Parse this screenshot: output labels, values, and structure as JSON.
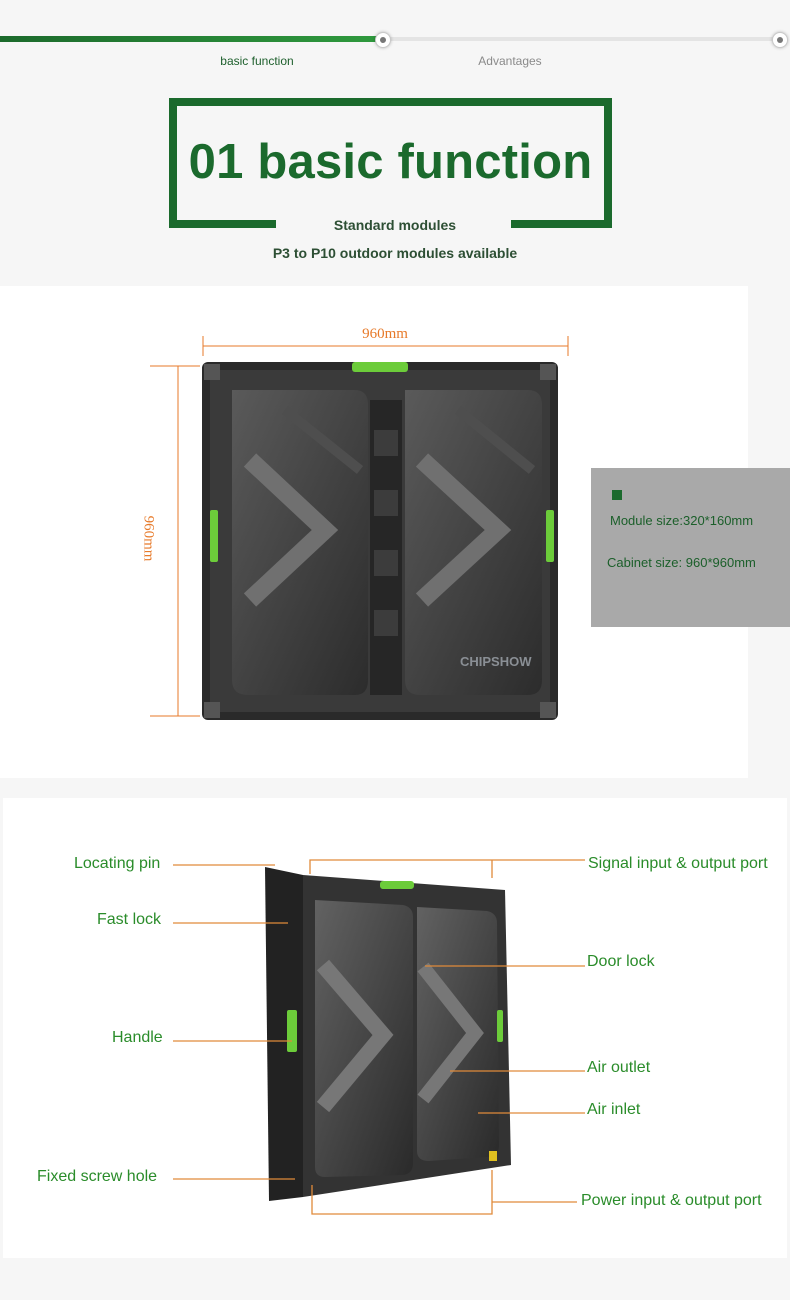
{
  "progress": {
    "steps": [
      {
        "label": "basic function",
        "active": true
      },
      {
        "label": "Advantages",
        "active": false
      }
    ],
    "accent_color": "#1b6a2d"
  },
  "title": {
    "main": "01 basic function",
    "subtitle_1": "Standard modules",
    "subtitle_2": "P3 to P10 outdoor modules available"
  },
  "dimension_view": {
    "width_label": "960mm",
    "height_label": "960mm",
    "brand_mark": "CHIPSHOW",
    "specs": {
      "module_size": "Module size:320*160mm",
      "cabinet_size": "Cabinet size: 960*960mm"
    }
  },
  "parts_view": {
    "left_labels": [
      "Locating pin",
      "Fast lock",
      "Handle",
      "Fixed screw hole"
    ],
    "right_labels": [
      "Signal input & output port",
      "Door lock",
      "Air outlet",
      "Air inlet",
      "Power input & output port"
    ],
    "label_color": "#2a8c2a",
    "leader_color": "#e08a3a"
  }
}
